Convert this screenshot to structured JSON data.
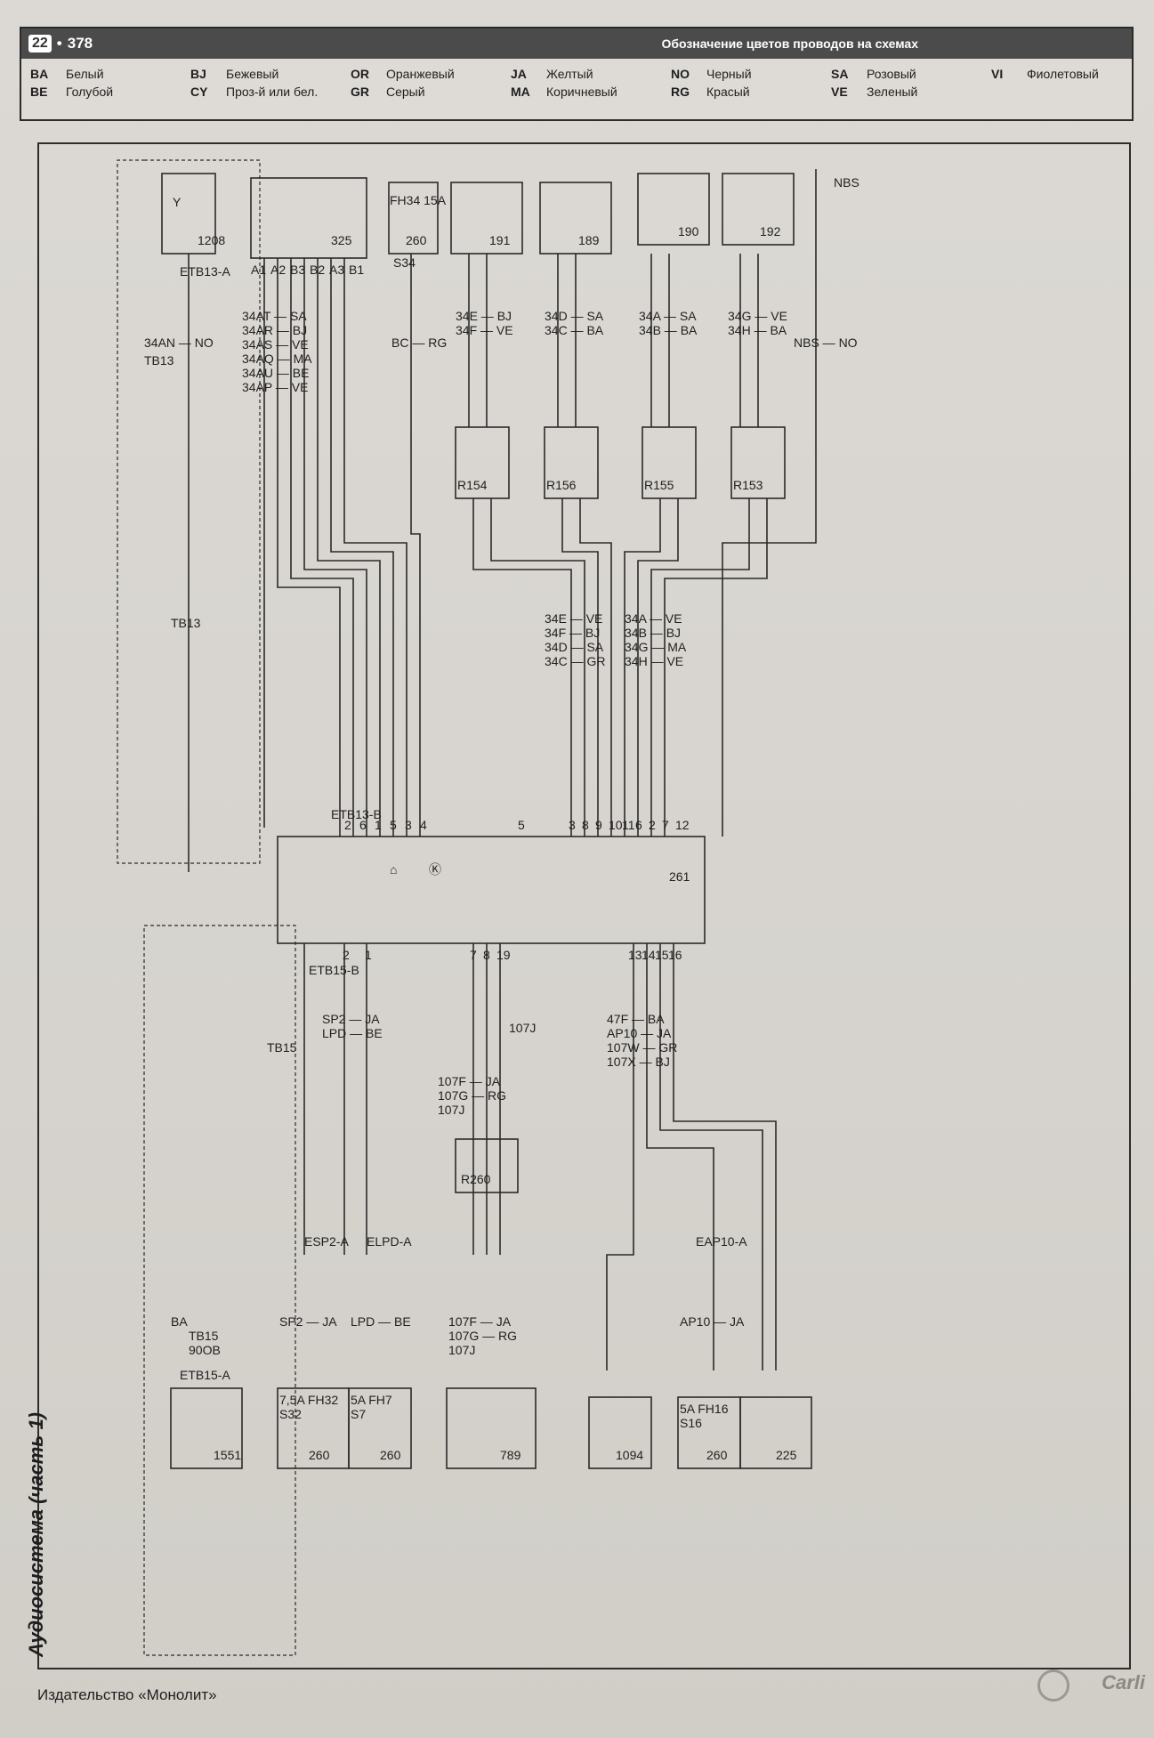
{
  "header": {
    "page_badge": "22",
    "page_number": "378",
    "title": "Обозначение цветов проводов на схемах",
    "legend": [
      {
        "code": "BA",
        "name": "Белый"
      },
      {
        "code": "BJ",
        "name": "Бежевый"
      },
      {
        "code": "OR",
        "name": "Оранжевый"
      },
      {
        "code": "JA",
        "name": "Желтый"
      },
      {
        "code": "NO",
        "name": "Черный"
      },
      {
        "code": "SA",
        "name": "Розовый"
      },
      {
        "code": "VI",
        "name": "Фиолетовый"
      },
      {
        "code": "BE",
        "name": "Голубой"
      },
      {
        "code": "CY",
        "name": "Проз-й или бел."
      },
      {
        "code": "GR",
        "name": "Серый"
      },
      {
        "code": "MA",
        "name": "Коричневый"
      },
      {
        "code": "RG",
        "name": "Красый"
      },
      {
        "code": "VE",
        "name": "Зеленый"
      }
    ]
  },
  "diagram_title": "Аудиосистема (часть 1)",
  "publisher": "Издательство «Монолит»",
  "watermark": "Carli",
  "components": {
    "c1208": "1208",
    "c325": "325",
    "c260a": "260",
    "c191": "191",
    "c189": "189",
    "c190": "190",
    "c192": "192",
    "nbs": "NBS",
    "r154": "R154",
    "r156": "R156",
    "r155": "R155",
    "r153": "R153",
    "c261": "261",
    "c1551": "1551",
    "c260b": "260",
    "c260c": "260",
    "c789": "789",
    "c1094": "1094",
    "c260d": "260",
    "c225": "225",
    "r260": "R260"
  },
  "connectors": {
    "etb13a": "ETB13-A",
    "etb13b": "ETB13-B",
    "etb15b": "ETB15-B",
    "etb15a": "ETB15-A",
    "esp2a": "ESP2-A",
    "elpda": "ELPD-A",
    "eap10a": "EAP10-A"
  },
  "fuses": {
    "f260a": "FH34 15A",
    "f260a_pin": "S34",
    "f260b": "7,5A FH32",
    "f260b_pin": "S32",
    "f260c": "5A FH7",
    "f260c_pin": "S7",
    "f260d": "5A FH16",
    "f260d_pin": "S16"
  },
  "wires": {
    "top_left": [
      "34AN — NO",
      "TB13",
      "TB13"
    ],
    "c325_pins": [
      "A1",
      "A2",
      "B3",
      "B2",
      "A3",
      "B1"
    ],
    "c325_wires": [
      "34AT — SA",
      "34AR — BJ",
      "34AS — VE",
      "34AQ — MA",
      "34AU — BE",
      "34AP — VE"
    ],
    "c260a_wire": "BC — RG",
    "spk191": [
      "34E — BJ",
      "34F — VE"
    ],
    "spk189": [
      "34D — SA",
      "34C — BA"
    ],
    "spk190": [
      "34A — SA",
      "34B — BA"
    ],
    "spk192": [
      "34G — VE",
      "34H — BA"
    ],
    "nbs_wire": "NBS — NO",
    "bundle": [
      "34E — VE",
      "34F — BJ",
      "34D — SA",
      "34C — GR",
      "34A — VE",
      "34B — BJ",
      "34G — MA",
      "34H — VE"
    ],
    "c261_top_pins": [
      "2",
      "6",
      "1",
      "5",
      "3",
      "4"
    ],
    "c261_right_pins": [
      "5",
      "3",
      "8",
      "9",
      "10",
      "11",
      "6",
      "2",
      "7",
      "12"
    ],
    "c261_bottom_pins": [
      "2",
      "1",
      "7",
      "8",
      "19",
      "13",
      "14",
      "15",
      "16"
    ],
    "bottom_left": [
      "SP2 — JA",
      "LPD — BE",
      "TB15"
    ],
    "bottom_mid": [
      "107F — JA",
      "107G — RG",
      "107J",
      "107J"
    ],
    "bottom_right": [
      "47F — BA",
      "AP10 — JA",
      "107W — GR",
      "107X — BJ"
    ],
    "c1551_wires": [
      "BA",
      "TB15",
      "90OB"
    ],
    "c260b_wire": "SP2 — JA",
    "c260c_wire": "LPD — BE",
    "c789_wires": [
      "107F — JA",
      "107G — RG",
      "107J"
    ],
    "c260d_wire": "AP10 — JA"
  }
}
